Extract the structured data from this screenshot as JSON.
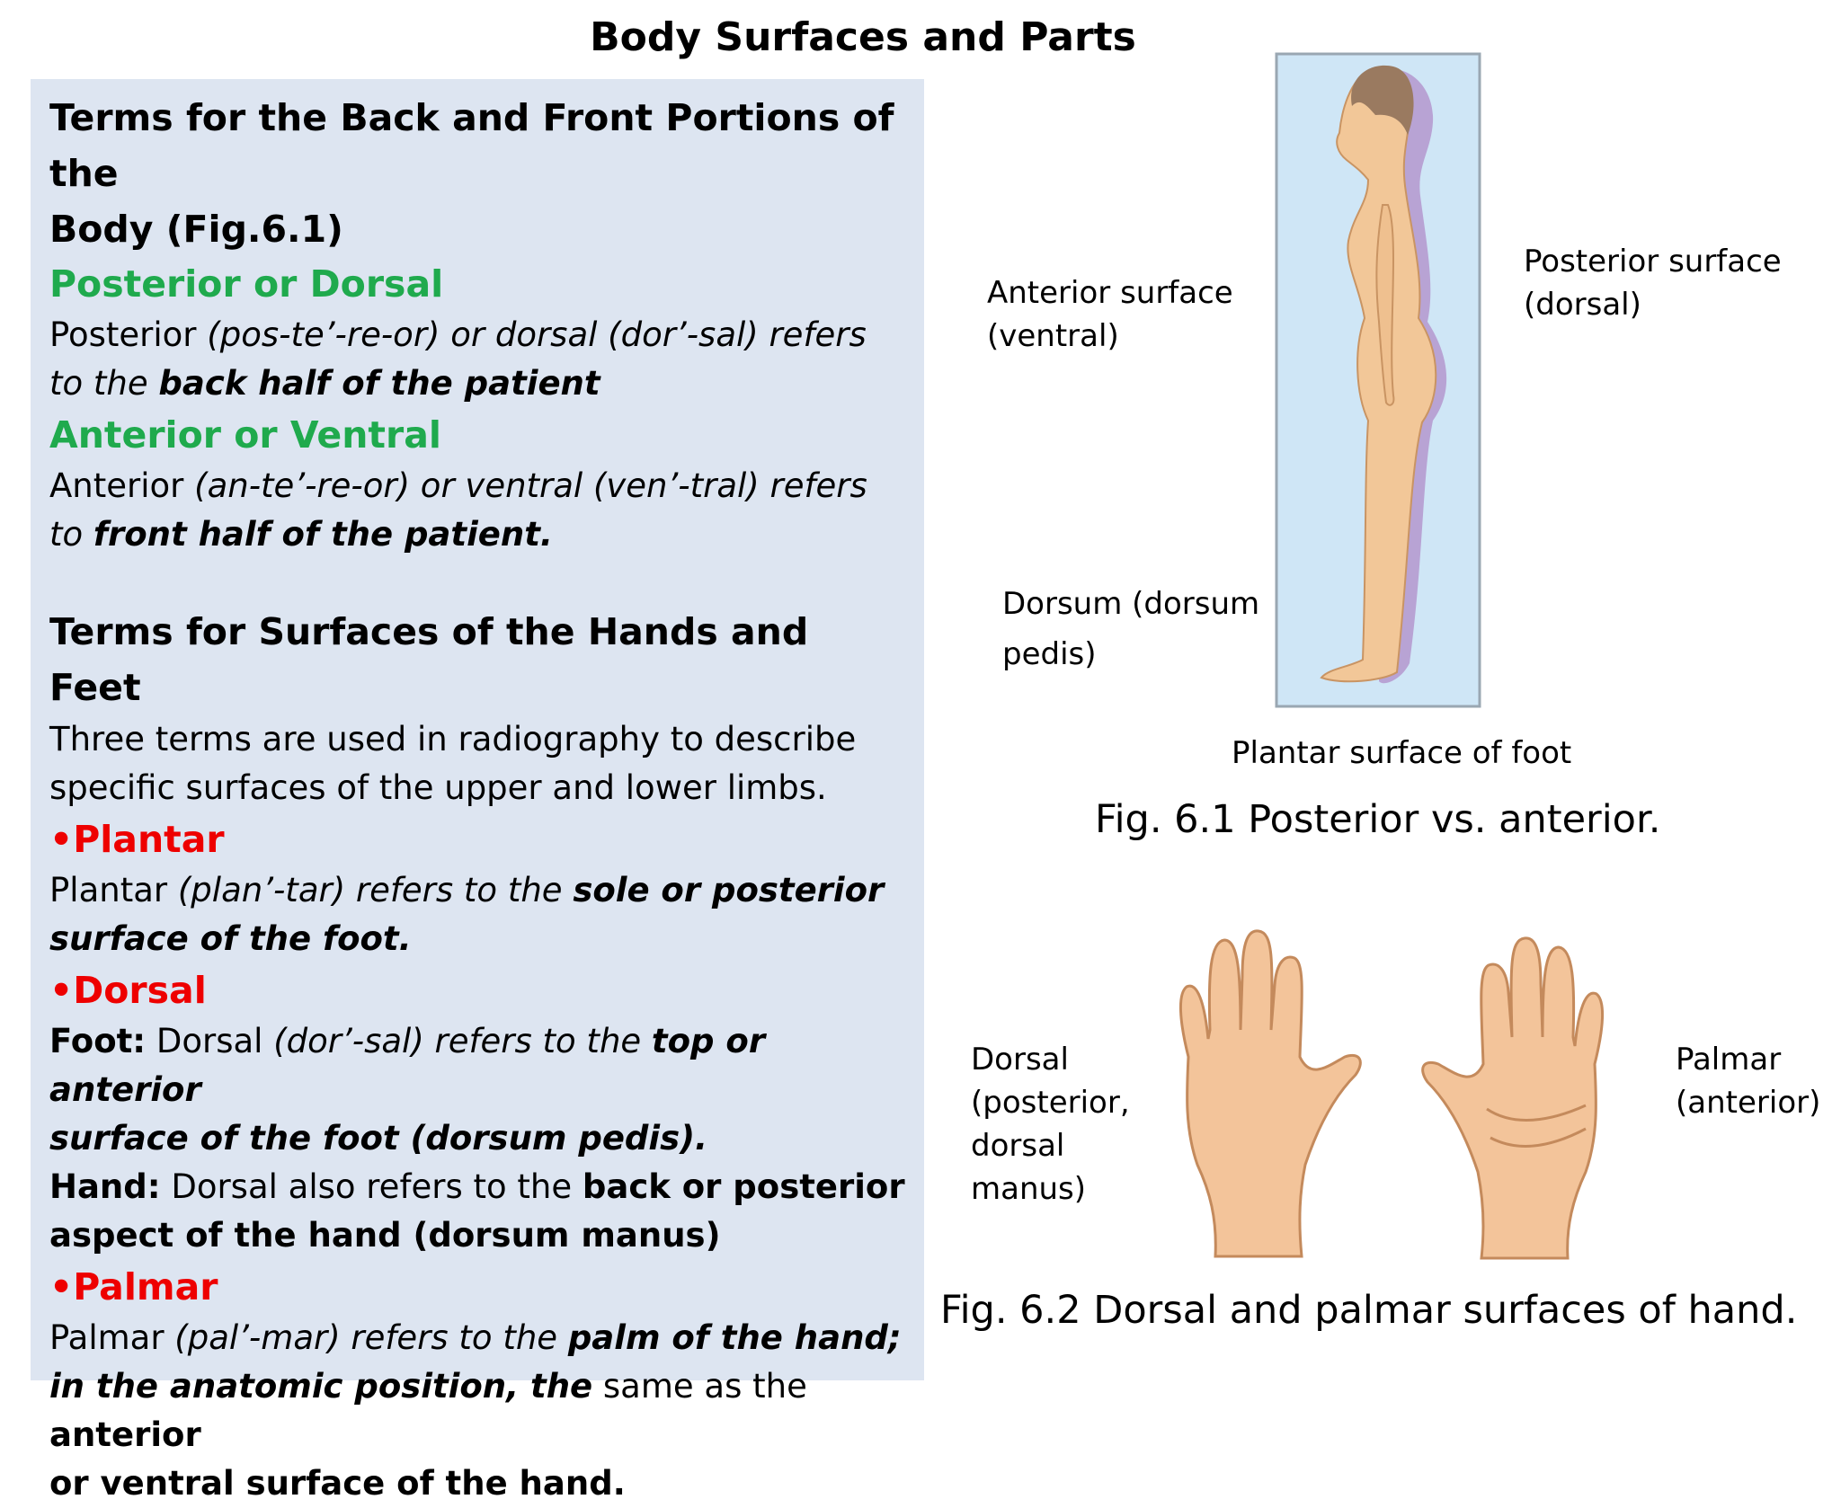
{
  "title": "Body Surfaces and Parts",
  "panel": {
    "heading1_line1": "Terms for the Back and Front Portions of the",
    "heading1_line2": "Body (Fig.6.1)",
    "posterior": {
      "heading": "Posterior or Dorsal",
      "t1": "Posterior ",
      "t2": "(pos-te’-re-or) or dorsal (dor’-sal) refers",
      "t3": "to the ",
      "t4": "back half of the patient"
    },
    "anterior": {
      "heading": "Anterior or Ventral",
      "t1": "Anterior ",
      "t2": "(an-te’-re-or) or ventral (ven’-tral) refers",
      "t3": "to ",
      "t4": "front half of the patient."
    },
    "heading2": "Terms for Surfaces of the Hands and Feet",
    "intro_line1": "Three terms are used in radiography to describe",
    "intro_line2": "specific surfaces of the upper and lower limbs.",
    "plantar": {
      "heading": "•Plantar",
      "t1": "Plantar ",
      "t2": "(plan’-tar) refers to the ",
      "t3": "sole or posterior",
      "t4": "surface of the foot."
    },
    "dorsal": {
      "heading": "•Dorsal",
      "foot_label": "Foot:",
      "foot_t1": " Dorsal ",
      "foot_t2": "(dor’-sal) refers to the ",
      "foot_t3": "top or anterior",
      "foot_t4": "surface of the foot (dorsum pedis).",
      "hand_label": "Hand:",
      "hand_t1": " Dorsal also refers to the ",
      "hand_t2": "back or posterior",
      "hand_t3": "aspect of the hand (dorsum manus)"
    },
    "palmar": {
      "heading": "•Palmar",
      "t1": "Palmar ",
      "t2": "(pal’-mar) refers to the ",
      "t3": "palm of the hand;",
      "t4": "in the anatomic position, the",
      "t5": " same as the ",
      "t6": "anterior",
      "t7": "or ventral surface of the hand."
    }
  },
  "figure1": {
    "label_anterior_1": "Anterior surface",
    "label_anterior_2": "(ventral)",
    "label_posterior_1": "Posterior surface",
    "label_posterior_2": "(dorsal)",
    "label_dorsum_1": "Dorsum (dorsum",
    "label_dorsum_2": "pedis)",
    "label_plantar": "Plantar surface of foot",
    "caption": "Fig. 6.1 Posterior vs. anterior."
  },
  "figure2": {
    "label_dorsal_1": "Dorsal",
    "label_dorsal_2": "(posterior,",
    "label_dorsal_3": "dorsal",
    "label_dorsal_4": "manus)",
    "label_palmar_1": "Palmar",
    "label_palmar_2": "(anterior)",
    "caption": "Fig. 6.2 Dorsal and palmar surfaces of hand."
  }
}
